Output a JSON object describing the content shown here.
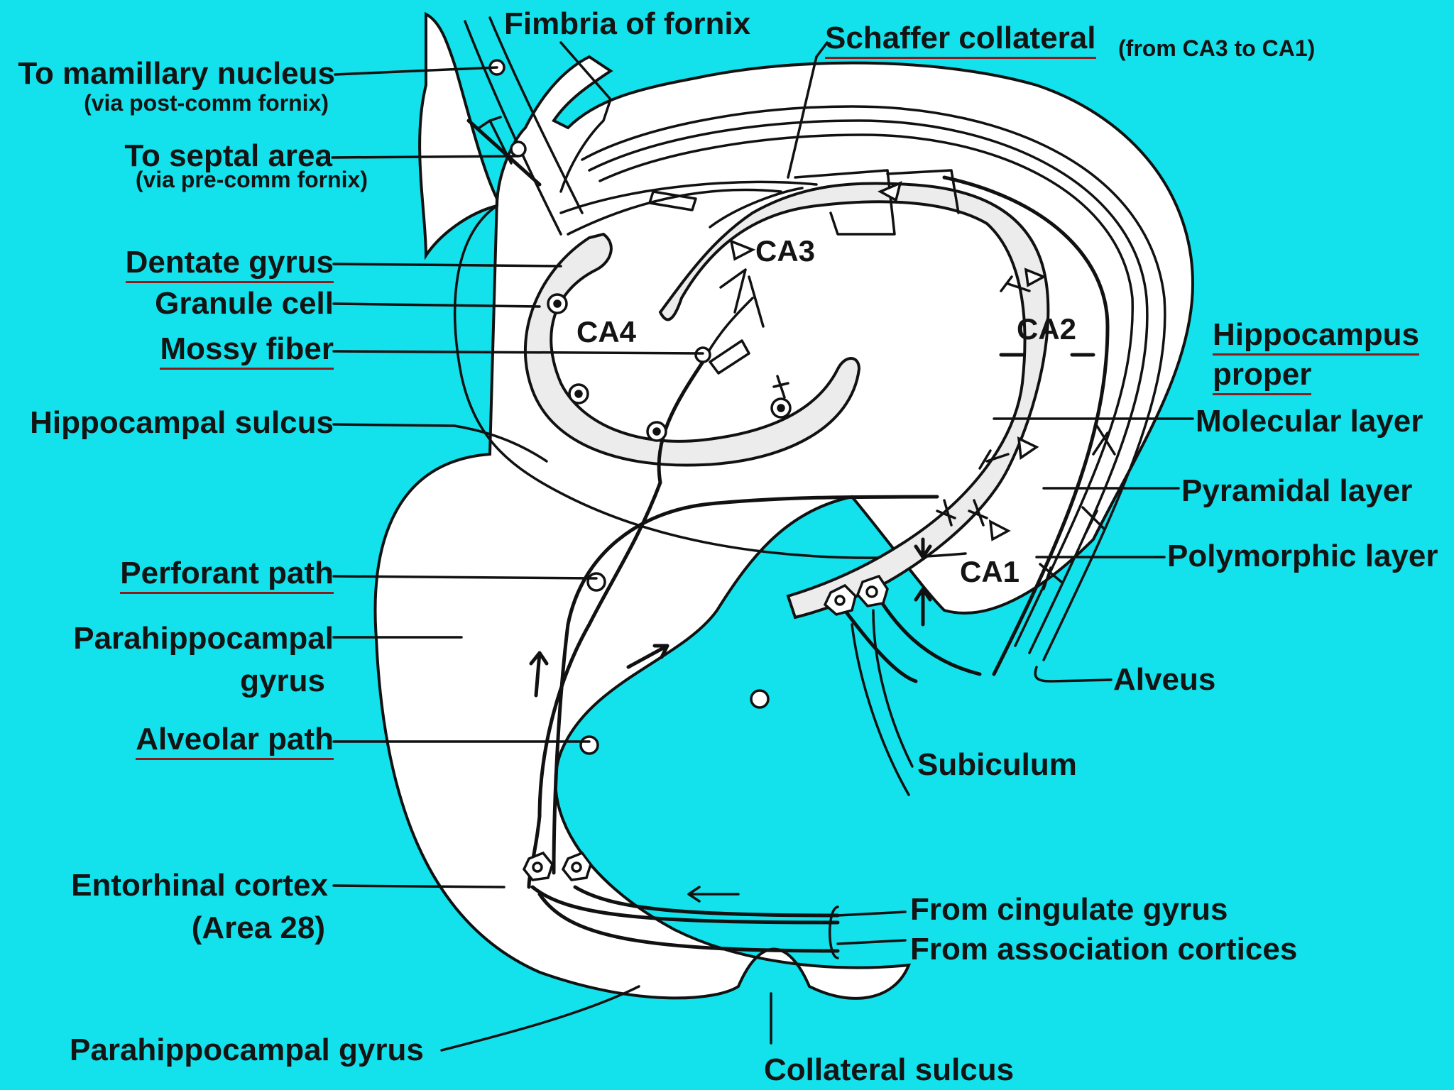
{
  "colors": {
    "background": "#13e2ec",
    "tissue": "#ffffff",
    "ink": "#141414",
    "underline": "#8b1a1a"
  },
  "labels": {
    "fimbria": "Fimbria of fornix",
    "schaffer": "Schaffer collateral",
    "schaffer_note": "(from CA3 to CA1)",
    "mamillary": "To mamillary nucleus",
    "mamillary_via": "(via post-comm fornix)",
    "septal": "To septal area",
    "septal_via": "(via pre-comm fornix)",
    "dentate": "Dentate gyrus",
    "granule": "Granule cell",
    "mossy": "Mossy fiber",
    "hipp_sulcus": "Hippocampal sulcus",
    "perforant": "Perforant path",
    "parahipp_1": "Parahippocampal",
    "parahipp_2": "gyrus",
    "alveolar": "Alveolar path",
    "entorhinal_1": "Entorhinal cortex",
    "entorhinal_2": "(Area 28)",
    "parahipp_bottom": "Parahippocampal gyrus",
    "collateral_sulcus": "Collateral sulcus",
    "from_cingulate": "From cingulate gyrus",
    "from_association": "From association cortices",
    "subiculum": "Subiculum",
    "alveus": "Alveus",
    "polymorphic": "Polymorphic layer",
    "pyramidal": "Pyramidal layer",
    "molecular": "Molecular layer",
    "hipp_proper_1": "Hippocampus",
    "hipp_proper_2": "proper"
  },
  "regions": {
    "ca1": "CA1",
    "ca2": "CA2",
    "ca3": "CA3",
    "ca4": "CA4"
  }
}
